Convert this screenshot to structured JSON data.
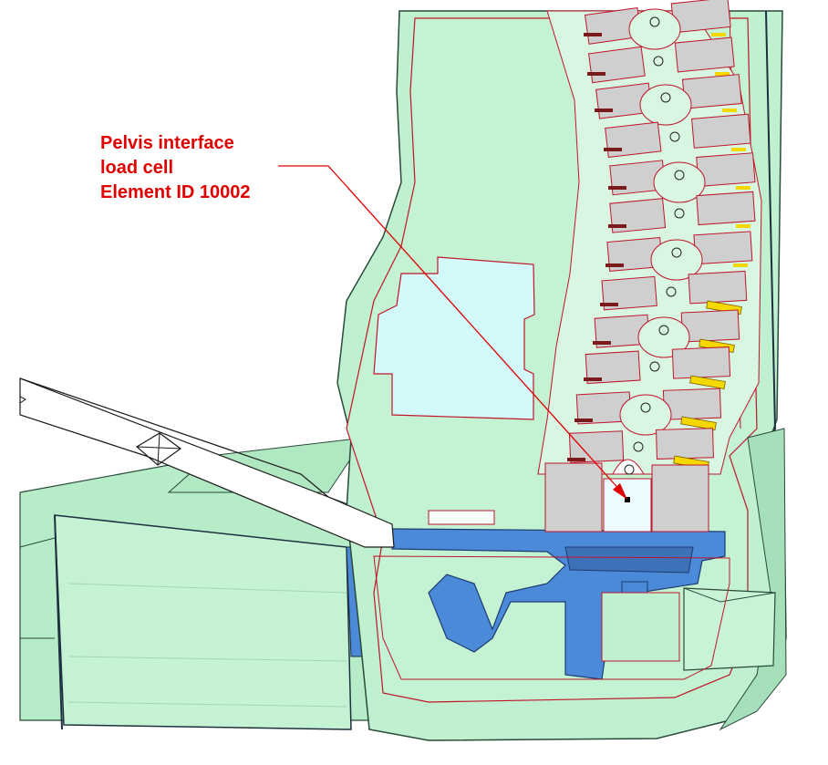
{
  "annotation": {
    "lines": [
      "Pelvis interface",
      "load cell",
      "Element ID 10002"
    ]
  },
  "colors": {
    "flesh": "#bff0cf",
    "flesh_dark": "#a6e0bb",
    "outline": "#c0142a",
    "vertebra": "#cfcfcf",
    "cyan": "#d2fafa",
    "blue": "#4a8ad8",
    "yellow": "#f5d800",
    "callout": "#e00000"
  }
}
